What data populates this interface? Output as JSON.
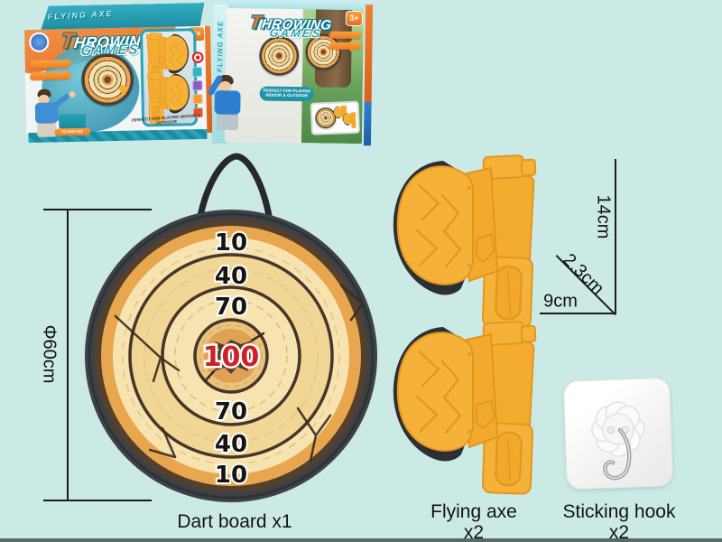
{
  "scene": {
    "background": "#cbeae6"
  },
  "packaging": {
    "title_word1": "THROWING",
    "title_word2": "GAMES",
    "side_label": "FLYING AXE",
    "age_badge": "3+",
    "tagline": "PERFECT FOR PLAYING INDOOR & OUTDOOR"
  },
  "dartboard": {
    "diameter_label": "Φ60cm",
    "scores_top": [
      "10",
      "40",
      "70"
    ],
    "score_center": "100",
    "scores_bottom": [
      "70",
      "40",
      "10"
    ]
  },
  "dimensions": {
    "axe_height": "14cm",
    "axe_thickness": "2.3cm",
    "axe_width": "9cm"
  },
  "captions": {
    "dart_board": "Dart board x1",
    "flying_axe_name": "Flying axe",
    "flying_axe_qty": "x2",
    "sticking_hook_name": "Sticking hook",
    "sticking_hook_qty": "x2"
  },
  "colors": {
    "background": "#cbeae6",
    "axe_yellow": "#f6b238",
    "board_rim": "#3e4247",
    "board_wood_light": "#f7e3b0",
    "board_wood_orange": "#e8a64f",
    "score_red": "#cf2027",
    "brand_teal": "#27a3b6",
    "brand_orange": "#f0732a"
  }
}
